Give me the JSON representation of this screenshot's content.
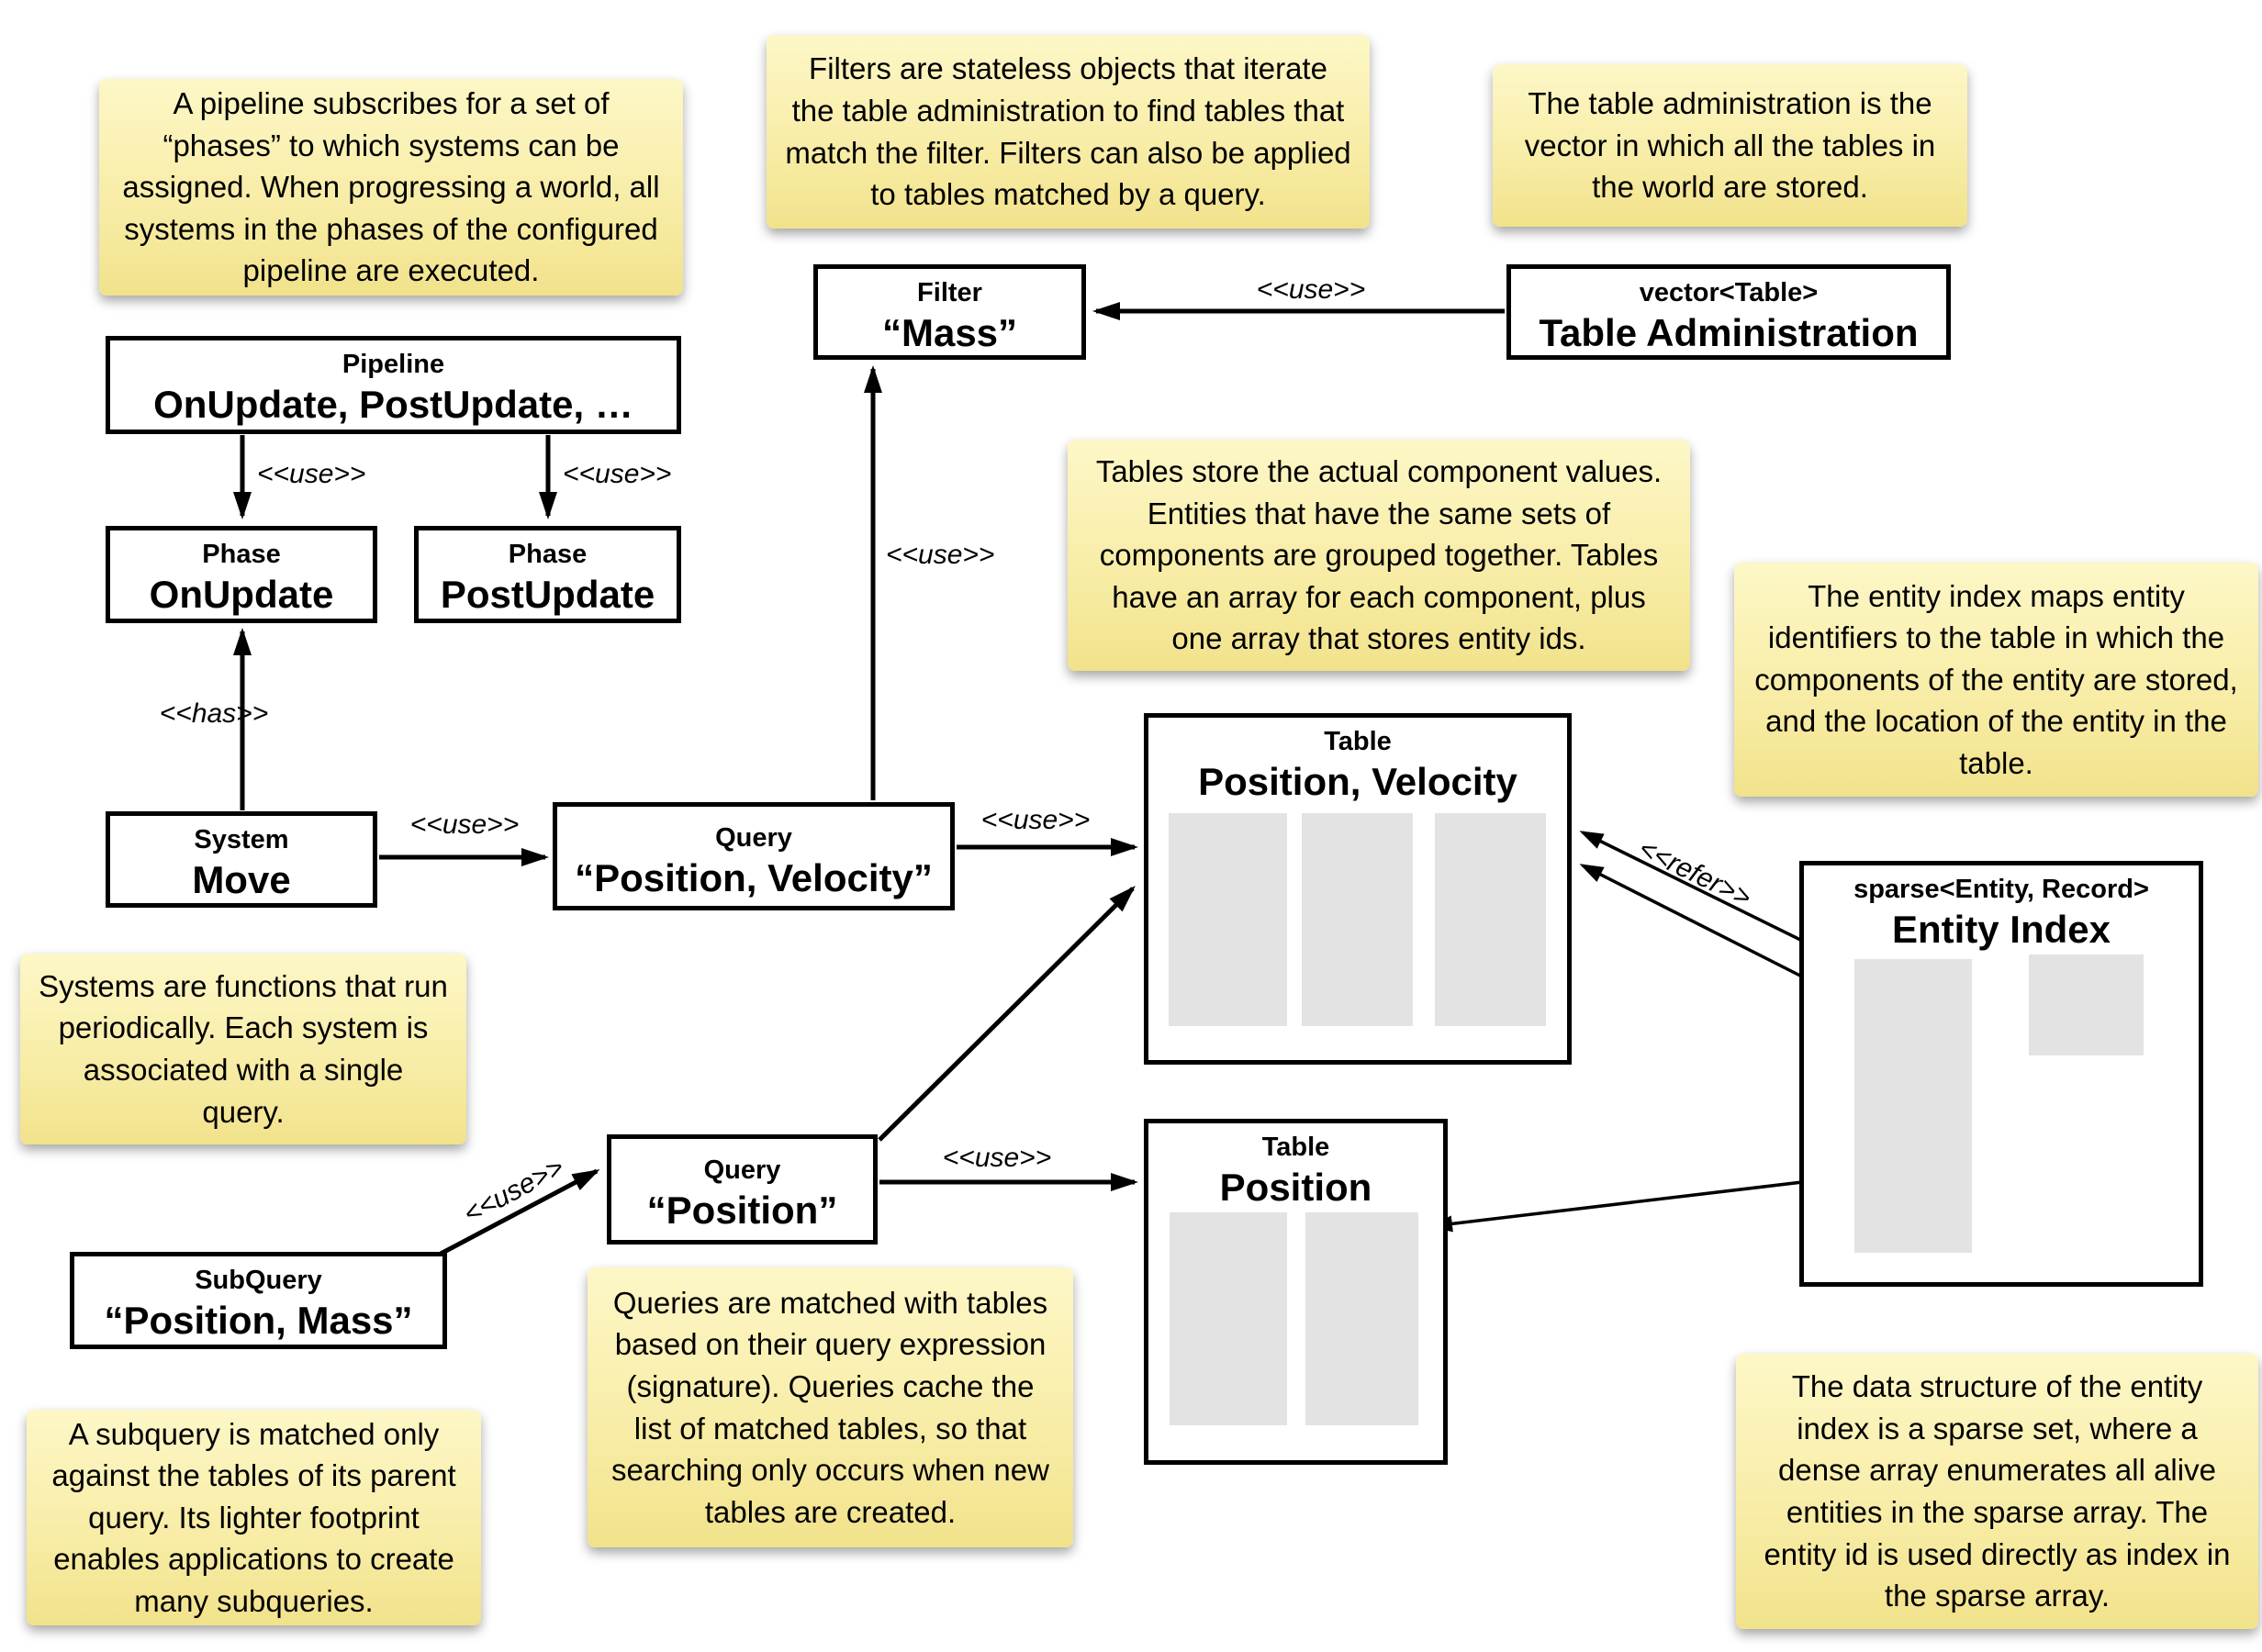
{
  "notes": {
    "pipeline": {
      "text": "A pipeline subscribes for a set of “phases” to which systems can be assigned. When progressing a world, all systems in the phases of the configured pipeline are executed."
    },
    "filters": {
      "text": "Filters are stateless objects that iterate the table administration to find tables that match the filter. Filters can also be applied to tables matched by a query."
    },
    "table_admin": {
      "text": "The table administration is the vector in which all the tables in the world are stored."
    },
    "tables": {
      "text": "Tables store the actual component values. Entities that have the same sets of components are grouped together. Tables have an array for each component, plus one array that stores entity ids."
    },
    "entity_index": {
      "text": "The entity index maps entity identifiers to the table in which the components of the entity are stored, and the location of the entity in the table."
    },
    "systems": {
      "text": "Systems are functions that run periodically. Each system is associated with a single query."
    },
    "queries": {
      "text": "Queries are matched with tables based on their query expression (signature). Queries cache the list of matched tables, so that searching only occurs when new tables are created."
    },
    "subquery": {
      "text": "A subquery is matched only against the tables of its parent query. Its lighter footprint enables applications to create many subqueries."
    },
    "sparse_set": {
      "text": "The data structure of the entity index is a sparse set, where a dense array enumerates all alive entities in the sparse array. The entity id is used directly as index in the sparse array."
    }
  },
  "boxes": {
    "pipeline": {
      "stereotype": "Pipeline",
      "name": "OnUpdate, PostUpdate, …"
    },
    "filter": {
      "stereotype": "Filter",
      "name": "“Mass”"
    },
    "table_admin": {
      "stereotype": "vector<Table>",
      "name": "Table Administration"
    },
    "phase_onupdate": {
      "stereotype": "Phase",
      "name": "OnUpdate"
    },
    "phase_postupdate": {
      "stereotype": "Phase",
      "name": "PostUpdate"
    },
    "system_move": {
      "stereotype": "System",
      "name": "Move"
    },
    "query_pv": {
      "stereotype": "Query",
      "name": "“Position, Velocity”"
    },
    "query_p": {
      "stereotype": "Query",
      "name": "“Position”"
    },
    "subquery": {
      "stereotype": "SubQuery",
      "name": "“Position, Mass”"
    },
    "table_pv": {
      "stereotype": "Table",
      "name": "Position, Velocity"
    },
    "table_p": {
      "stereotype": "Table",
      "name": "Position"
    },
    "entity_index": {
      "stereotype": "sparse<Entity, Record>",
      "name": "Entity Index"
    }
  },
  "labels": {
    "use": "<<use>>",
    "has": "<<has>>",
    "refer": "<<refer>>"
  },
  "colors": {
    "note_top": "#fdf7c7",
    "note_bottom": "#f1e28b",
    "box_border": "#000000",
    "array_fill": "#e3e3e3"
  }
}
